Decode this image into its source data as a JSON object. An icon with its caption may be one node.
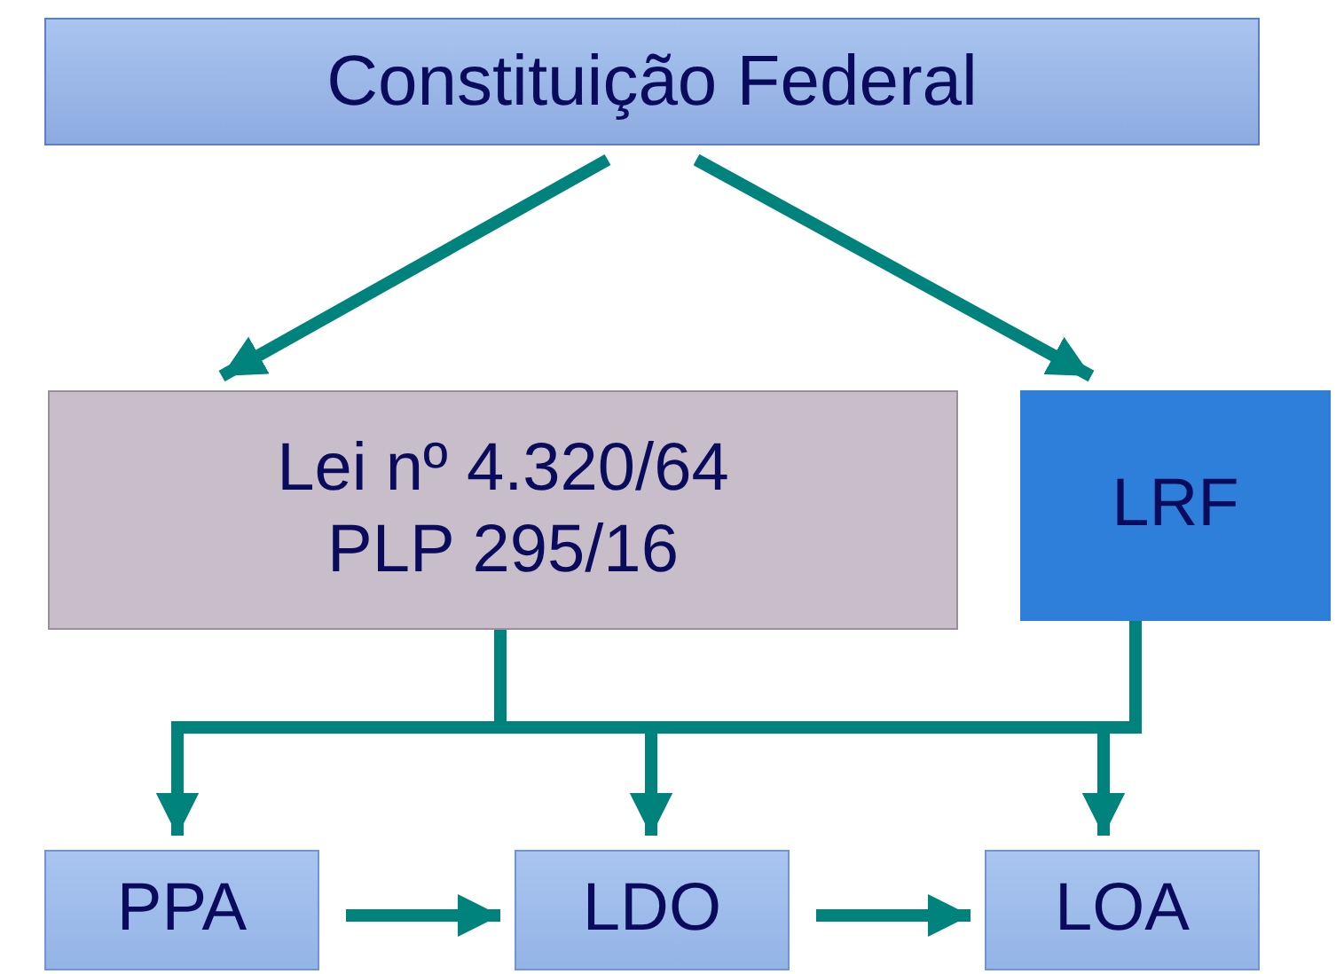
{
  "diagram": {
    "nodes": [
      {
        "text": [
          "Constituição Federal"
        ]
      },
      {
        "text": [
          "Lei nº 4.320/64",
          "PLP 295/16"
        ]
      },
      {
        "text": [
          "LRF"
        ]
      },
      {
        "text": [
          "PPA"
        ]
      },
      {
        "text": [
          "LDO"
        ]
      },
      {
        "text": [
          "LOA"
        ]
      }
    ],
    "edges": [
      {
        "from": 0,
        "to": 1,
        "arrow": "to"
      },
      {
        "from": 0,
        "to": 2,
        "arrow": "to"
      },
      {
        "from": 1,
        "to": 3,
        "arrow": "to"
      },
      {
        "from": 1,
        "to": 4,
        "arrow": "to"
      },
      {
        "from": 1,
        "to": 5,
        "arrow": "to"
      },
      {
        "from": 2,
        "to": 3,
        "arrow": "to"
      },
      {
        "from": 2,
        "to": 4,
        "arrow": "to"
      },
      {
        "from": 2,
        "to": 5,
        "arrow": "to"
      },
      {
        "from": 3,
        "to": 4,
        "arrow": "to"
      },
      {
        "from": 4,
        "to": 5,
        "arrow": "to"
      }
    ]
  }
}
